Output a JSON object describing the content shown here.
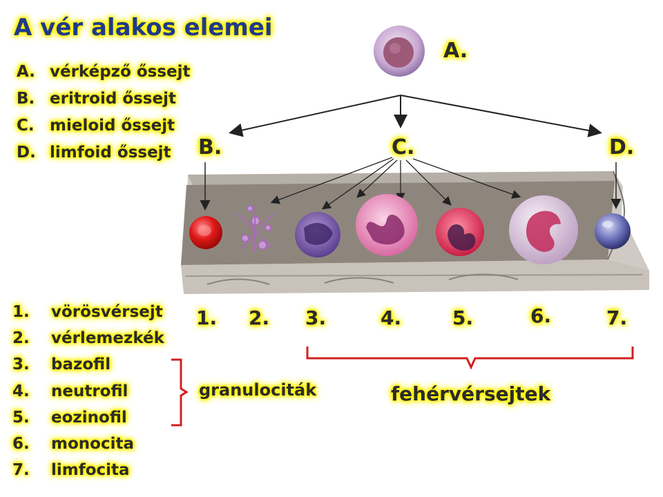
{
  "title": "A vér alakos elemei",
  "stem_cells": [
    {
      "letter": "A.",
      "name": "vérképző őssejt"
    },
    {
      "letter": "B.",
      "name": "eritroid őssejt"
    },
    {
      "letter": "C.",
      "name": "mieloid őssejt"
    },
    {
      "letter": "D.",
      "name": "limfoid őssejt"
    }
  ],
  "diagram_letters": {
    "a": "A.",
    "b": "B.",
    "c": "C.",
    "d": "D."
  },
  "cells": [
    {
      "num": "1.",
      "name": "vörösvérsejt"
    },
    {
      "num": "2.",
      "name": "vérlemezkék"
    },
    {
      "num": "3.",
      "name": "bazofil"
    },
    {
      "num": "4.",
      "name": "neutrofil"
    },
    {
      "num": "5.",
      "name": "eozinofil"
    },
    {
      "num": "6.",
      "name": "monocita"
    },
    {
      "num": "7.",
      "name": "limfocita"
    }
  ],
  "group_labels": {
    "granulocytes": "granulociták",
    "white_cells": "fehérvérsejtek"
  },
  "colors": {
    "glow": "#fff200",
    "title": "#1f3a8a",
    "bracket": "#d32020",
    "text": "#2b2b2b"
  }
}
